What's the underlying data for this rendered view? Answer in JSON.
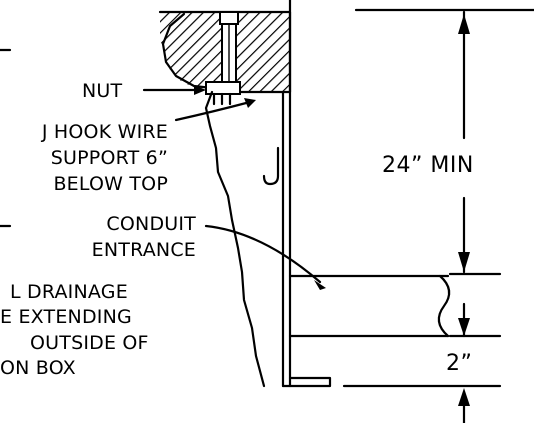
{
  "labels": {
    "nut": "NUT",
    "jhook_1": "J HOOK WIRE",
    "jhook_2": "SUPPORT 6”",
    "jhook_3": "BELOW TOP",
    "conduit_1": "CONDUIT",
    "conduit_2": "ENTRANCE",
    "drainage_1": "L DRAINAGE",
    "drainage_2": "E EXTENDING",
    "drainage_3": "OUTSIDE OF",
    "drainage_4": "ON BOX"
  },
  "dimensions": {
    "top_min": "24” MIN",
    "bottom": "2”"
  },
  "icons": {
    "j_hook": "j-hook-icon",
    "nut": "nut-icon"
  }
}
